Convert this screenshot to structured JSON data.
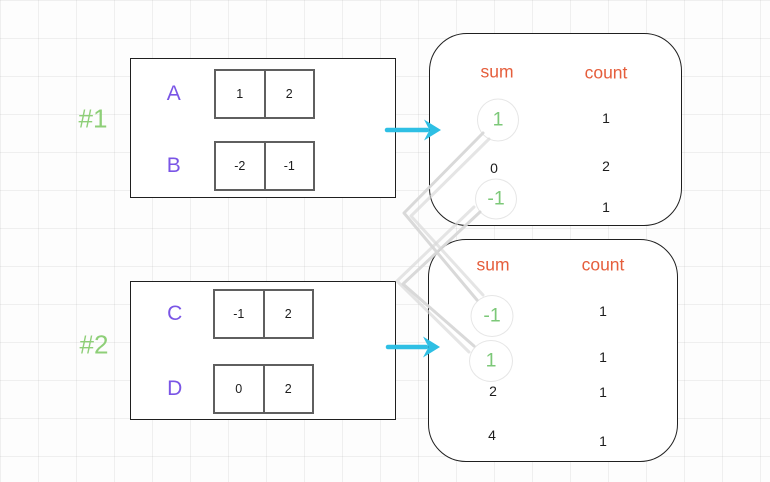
{
  "colors": {
    "label_purple": "#7a55e6",
    "tag_green": "#8ecf78",
    "highlight_value_green": "#7cc878",
    "table_header_orange": "#e55e3c",
    "arrow_cyan": "#2ebfe4",
    "connector_gray": "#d7d7d7"
  },
  "group1": {
    "tag": "#1",
    "row1": {
      "label": "A",
      "cells": [
        "1",
        "2"
      ]
    },
    "row2": {
      "label": "B",
      "cells": [
        "-2",
        "-1"
      ]
    }
  },
  "group2": {
    "tag": "#2",
    "row1": {
      "label": "C",
      "cells": [
        "-1",
        "2"
      ]
    },
    "row2": {
      "label": "D",
      "cells": [
        "0",
        "2"
      ]
    }
  },
  "table1": {
    "sum_header": "sum",
    "count_header": "count",
    "rows": [
      {
        "sum": "1",
        "count": "1",
        "highlighted": true
      },
      {
        "sum": "0",
        "count": "2",
        "highlighted": false
      },
      {
        "sum": "-1",
        "count": "1",
        "highlighted": true
      }
    ]
  },
  "table2": {
    "sum_header": "sum",
    "count_header": "count",
    "rows": [
      {
        "sum": "-1",
        "count": "1",
        "highlighted": true
      },
      {
        "sum": "1",
        "count": "1",
        "highlighted": true
      },
      {
        "sum": "2",
        "count": "1",
        "highlighted": false
      },
      {
        "sum": "4",
        "count": "1",
        "highlighted": false
      }
    ]
  },
  "connections": [
    {
      "from": "table1 sum 1",
      "to": "table2 sum -1"
    },
    {
      "from": "table1 sum -1",
      "to": "table2 sum 1"
    }
  ]
}
